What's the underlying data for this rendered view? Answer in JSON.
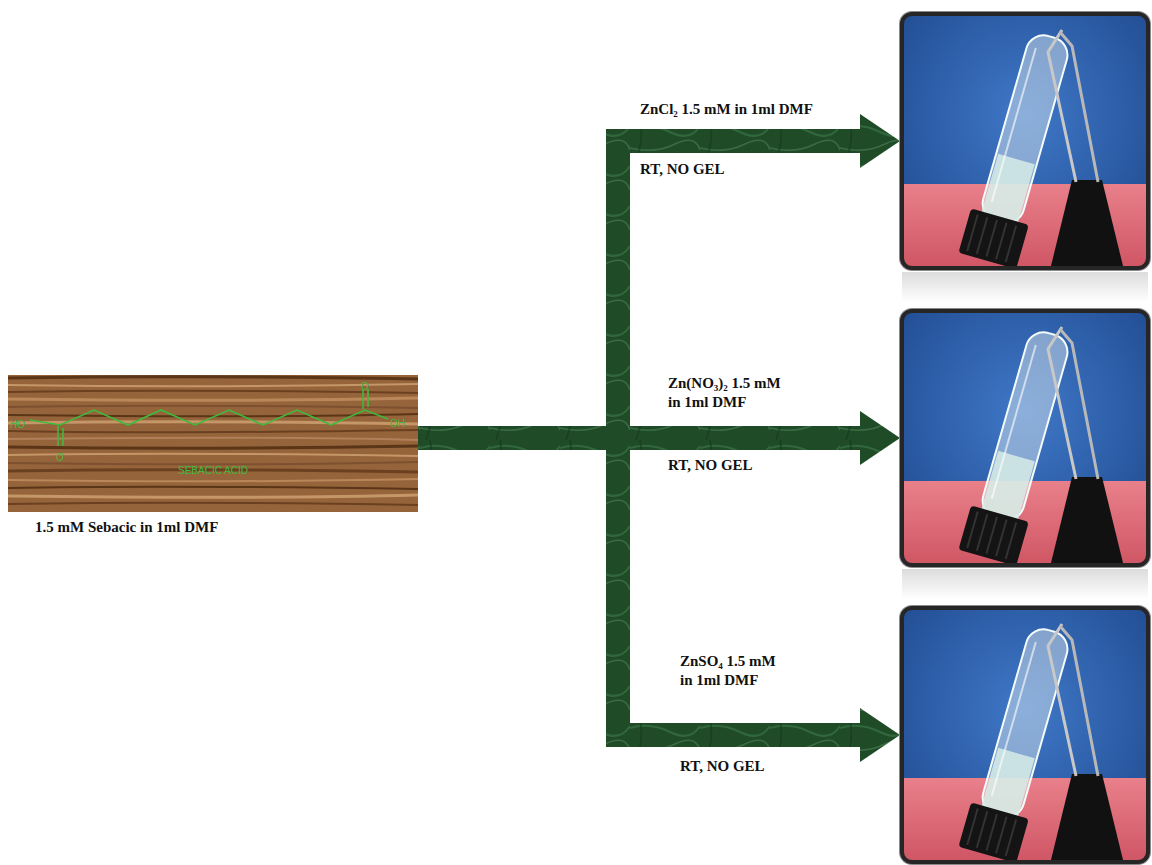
{
  "diagram": {
    "nodes": [
      {
        "text": [
          "SEBACIC ACID",
          "1.5 mM Sebacic in 1ml DMF"
        ]
      },
      {
        "text": []
      },
      {
        "text": []
      },
      {
        "text": []
      }
    ],
    "edges": [
      {
        "from": 0,
        "to": 1,
        "arrow": "to",
        "label": "ZnCl₂ 1.5 mM in 1ml DMF"
      },
      {
        "from": 0,
        "to": 2,
        "arrow": "to",
        "label": "Zn(NO₃)₂ 1.5 mM in 1ml DMF"
      },
      {
        "from": 0,
        "to": 3,
        "arrow": "to",
        "label": "ZnSO₄ 1.5 mM in 1ml DMF"
      }
    ],
    "labels": [
      "HO",
      "O",
      "O",
      "OH",
      "RT, NO GEL",
      "RT, NO GEL",
      "RT, NO GEL"
    ]
  }
}
